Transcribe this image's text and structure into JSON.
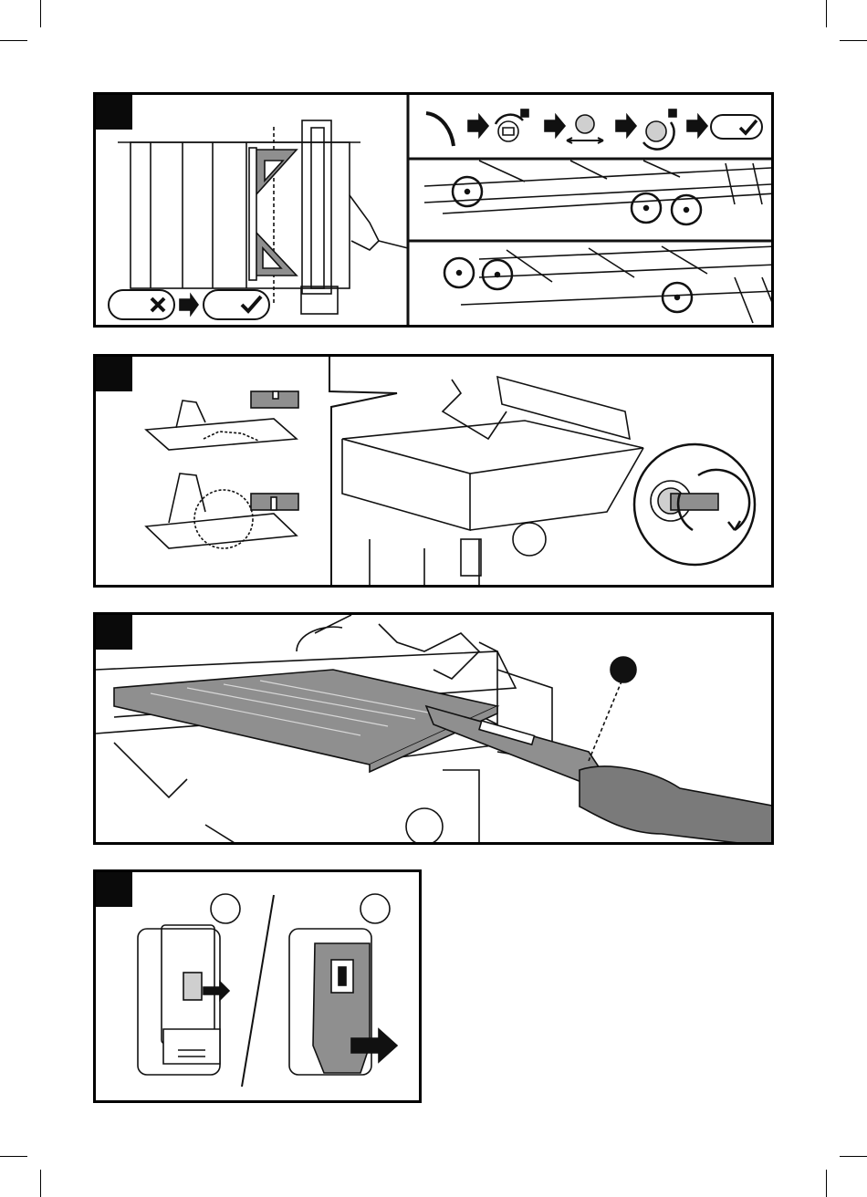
{
  "figures": [
    {
      "id": "fig-a",
      "step_number": "",
      "description_icons": [
        "allen-wrench-icon",
        "arrow-icon",
        "loosen-bolt-icon",
        "bolt-icon",
        "arrow-icon",
        "tighten-bolt-icon",
        "arrow-icon",
        "ok-check-icon"
      ]
    },
    {
      "id": "fig-b",
      "step_number": ""
    },
    {
      "id": "fig-c",
      "step_number": ""
    },
    {
      "id": "fig-d",
      "step_number": "",
      "callouts": [
        "",
        ""
      ]
    }
  ],
  "colors": {
    "ink": "#111111",
    "grey_fill": "#8f8f8f",
    "light_grey": "#cfcfcf",
    "white": "#ffffff"
  }
}
